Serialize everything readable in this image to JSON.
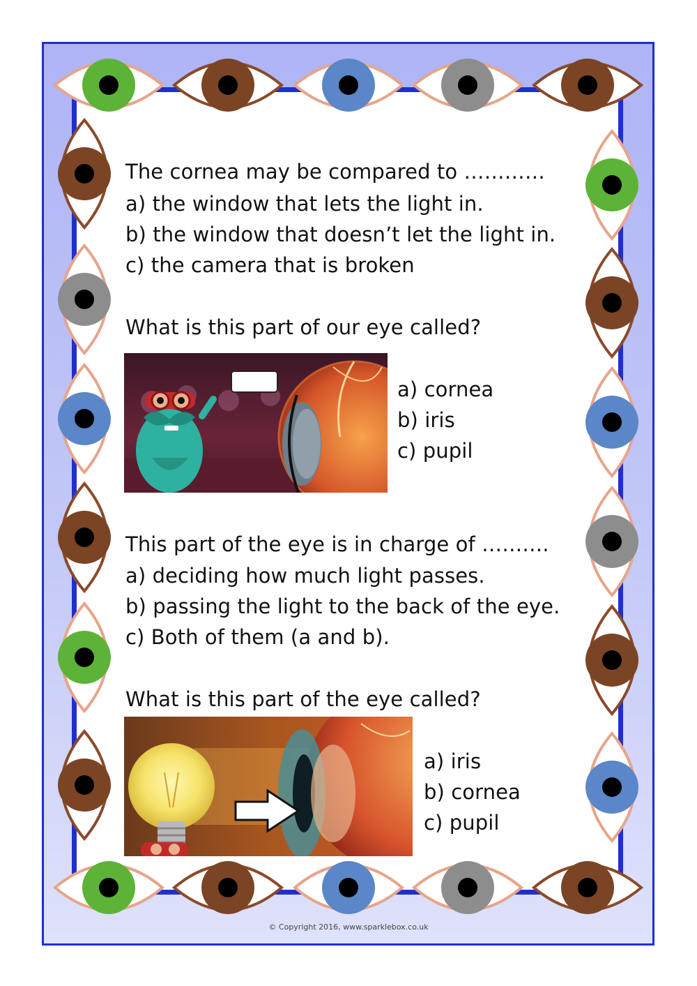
{
  "questions": [
    {
      "prompt": "The cornea may be compared to …………",
      "options": [
        "a) the window that lets the light in.",
        "b) the window that doesn’t let the light in.",
        "c) the camera that is broken"
      ]
    },
    {
      "prompt": "What is this part of our eye called?",
      "options": [
        "a) cornea",
        "b) iris",
        "c) pupil"
      ]
    },
    {
      "prompt": "This part of the eye is in charge of  ……….",
      "options": [
        "a) deciding how much light passes.",
        "b) passing the light to the back of the eye.",
        "c) Both of them (a and b)."
      ]
    },
    {
      "prompt": "What is this part of the eye called?",
      "options": [
        "a) iris",
        "b) cornea",
        "c) pupil"
      ]
    }
  ],
  "footer": {
    "copyright": "© Copyright 2016, www.sparklebox.co.uk"
  },
  "colors": {
    "frame_border": "#1f2fd0",
    "iris_green": "#5cb337",
    "iris_brown": "#7b4424",
    "iris_blue": "#5b86c8",
    "iris_gray": "#8d8d8d"
  }
}
